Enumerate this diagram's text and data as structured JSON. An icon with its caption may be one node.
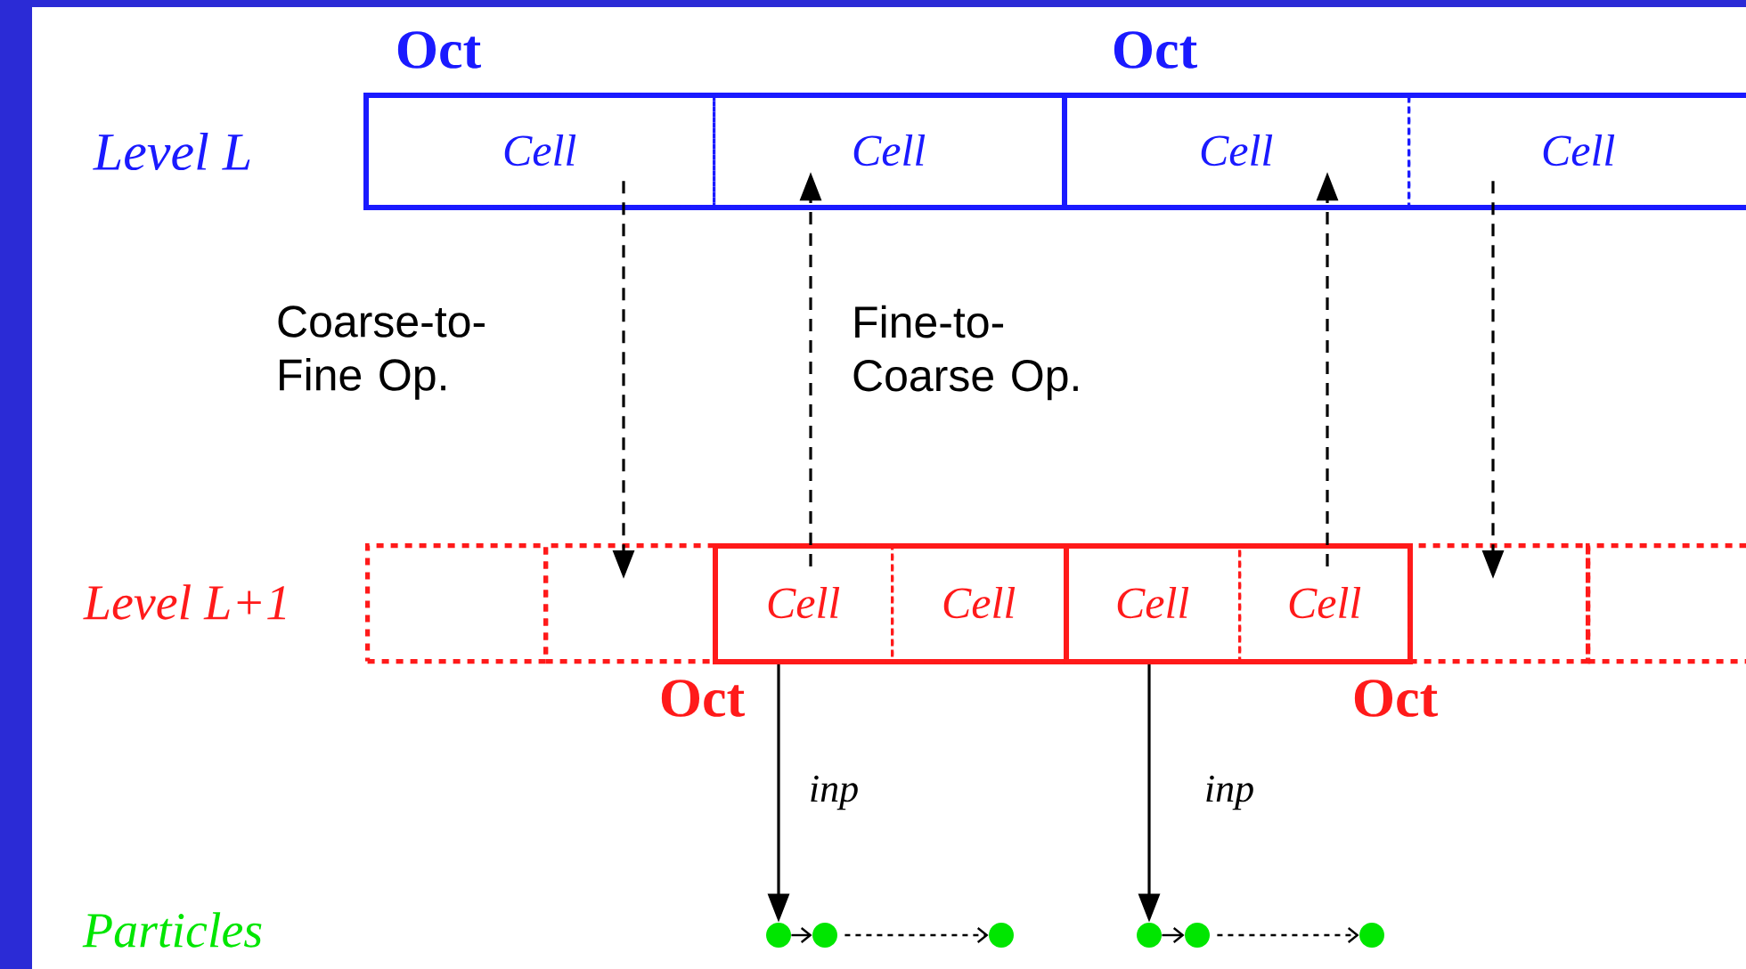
{
  "diagram": {
    "nodes": [
      {
        "text": [
          "Oct"
        ]
      },
      {
        "text": [
          "Cell"
        ],
        "in": 0
      },
      {
        "text": [
          "Cell"
        ],
        "in": 0
      },
      {
        "text": [
          "Oct"
        ]
      },
      {
        "text": [
          "Cell"
        ],
        "in": 3
      },
      {
        "text": [
          "Cell"
        ],
        "in": 3
      },
      {
        "text": [],
        "shape": "box"
      },
      {
        "text": [],
        "shape": "box"
      },
      {
        "text": [
          "Oct"
        ]
      },
      {
        "text": [
          "Cell"
        ],
        "in": 8
      },
      {
        "text": [
          "Cell"
        ],
        "in": 8
      },
      {
        "text": [
          "Oct"
        ]
      },
      {
        "text": [
          "Cell"
        ],
        "in": 11
      },
      {
        "text": [
          "Cell"
        ],
        "in": 11
      },
      {
        "text": [],
        "shape": "box"
      },
      {
        "text": [],
        "shape": "box"
      },
      {
        "text": [],
        "shape": "circle"
      },
      {
        "text": [],
        "shape": "circle"
      },
      {
        "text": [],
        "shape": "circle"
      },
      {
        "text": [],
        "shape": "circle"
      },
      {
        "text": [],
        "shape": "circle"
      },
      {
        "text": [],
        "shape": "circle"
      }
    ],
    "edges": [
      {
        "from": 1,
        "to": 7,
        "arrow": "to",
        "style": "dashed",
        "label": "Coarse-to- Fine Op."
      },
      {
        "from": 9,
        "to": 2,
        "arrow": "to",
        "style": "dashed",
        "label": "Fine-to- Coarse Op."
      },
      {
        "from": 13,
        "to": 4,
        "arrow": "to",
        "style": "dashed"
      },
      {
        "from": 5,
        "to": 14,
        "arrow": "to",
        "style": "dashed"
      },
      {
        "from": 8,
        "to": 16,
        "arrow": "to",
        "label": "inp"
      },
      {
        "from": 11,
        "to": 19,
        "arrow": "to",
        "label": "inp"
      },
      {
        "from": 16,
        "to": 17,
        "arrow": "to"
      },
      {
        "from": 17,
        "to": 18,
        "arrow": "to",
        "style": "dashed"
      },
      {
        "from": 19,
        "to": 20,
        "arrow": "to"
      },
      {
        "from": 20,
        "to": 21,
        "arrow": "to",
        "style": "dashed"
      }
    ],
    "labels": [
      "Level L",
      "Level L+1",
      "Particles"
    ]
  }
}
